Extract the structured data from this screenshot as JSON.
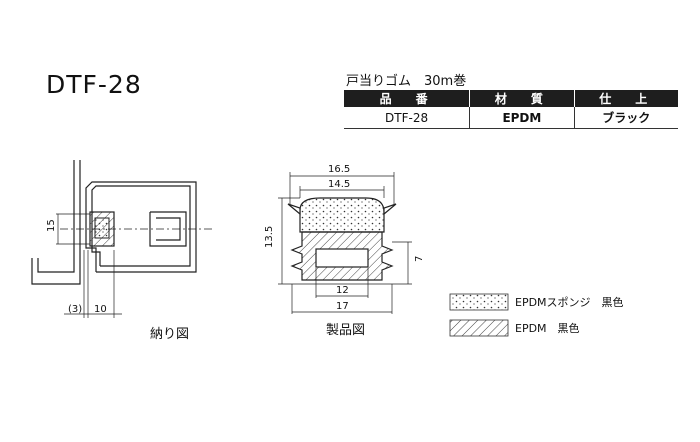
{
  "product": {
    "model": "DTF-28"
  },
  "spec": {
    "title": "戸当りゴム　30m巻",
    "headers": [
      "品　番",
      "材　質",
      "仕　上"
    ],
    "row": [
      "DTF-28",
      "EPDM",
      "ブラック"
    ]
  },
  "install_view": {
    "caption": "納り図",
    "dim_height": "15",
    "dim_gap": "(3)",
    "dim_width": "10"
  },
  "product_view": {
    "caption": "製品図",
    "dim_top_outer": "16.5",
    "dim_top_inner": "14.5",
    "dim_height": "13.5",
    "dim_base_height": "7",
    "dim_base_inner": "12",
    "dim_base_outer": "17"
  },
  "legend": {
    "items": [
      {
        "label": "EPDMスポンジ　黒色"
      },
      {
        "label": "EPDM　黒色"
      }
    ]
  }
}
